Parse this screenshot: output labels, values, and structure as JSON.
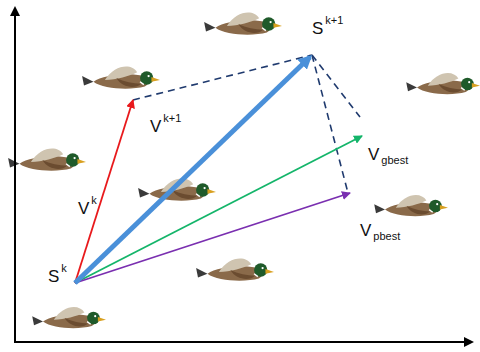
{
  "diagram": {
    "labels": [
      "S",
      "k+1",
      "V",
      "k+1",
      "V",
      "gbest",
      "V",
      "k",
      "V",
      "pbest",
      "S",
      "k"
    ]
  }
}
